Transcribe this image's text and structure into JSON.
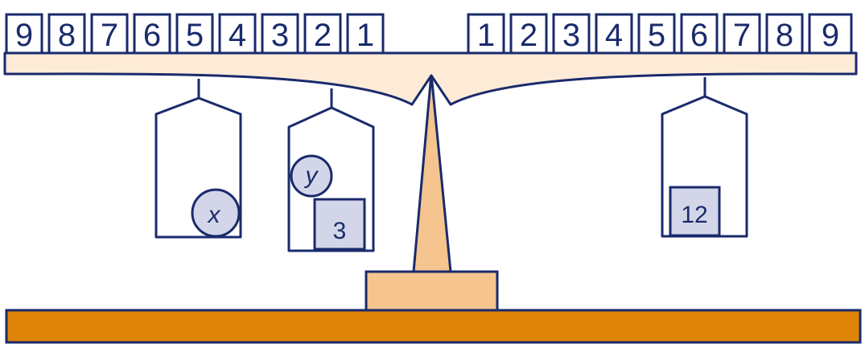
{
  "beam": {
    "left_numbers": [
      "9",
      "8",
      "7",
      "6",
      "5",
      "4",
      "3",
      "2",
      "1"
    ],
    "right_numbers": [
      "1",
      "2",
      "3",
      "4",
      "5",
      "6",
      "7",
      "8",
      "9"
    ]
  },
  "pans": {
    "left_outer": {
      "variable": "x"
    },
    "left_inner": {
      "variable": "y",
      "weight": "3"
    },
    "right": {
      "weight": "12"
    }
  },
  "colors": {
    "stroke": "#1a2a6c",
    "beam_fill": "#fdebd8",
    "pillar_fill": "#f5c48f",
    "base_fill": "#dd8407",
    "weight_fill": "#d3d6e8"
  }
}
